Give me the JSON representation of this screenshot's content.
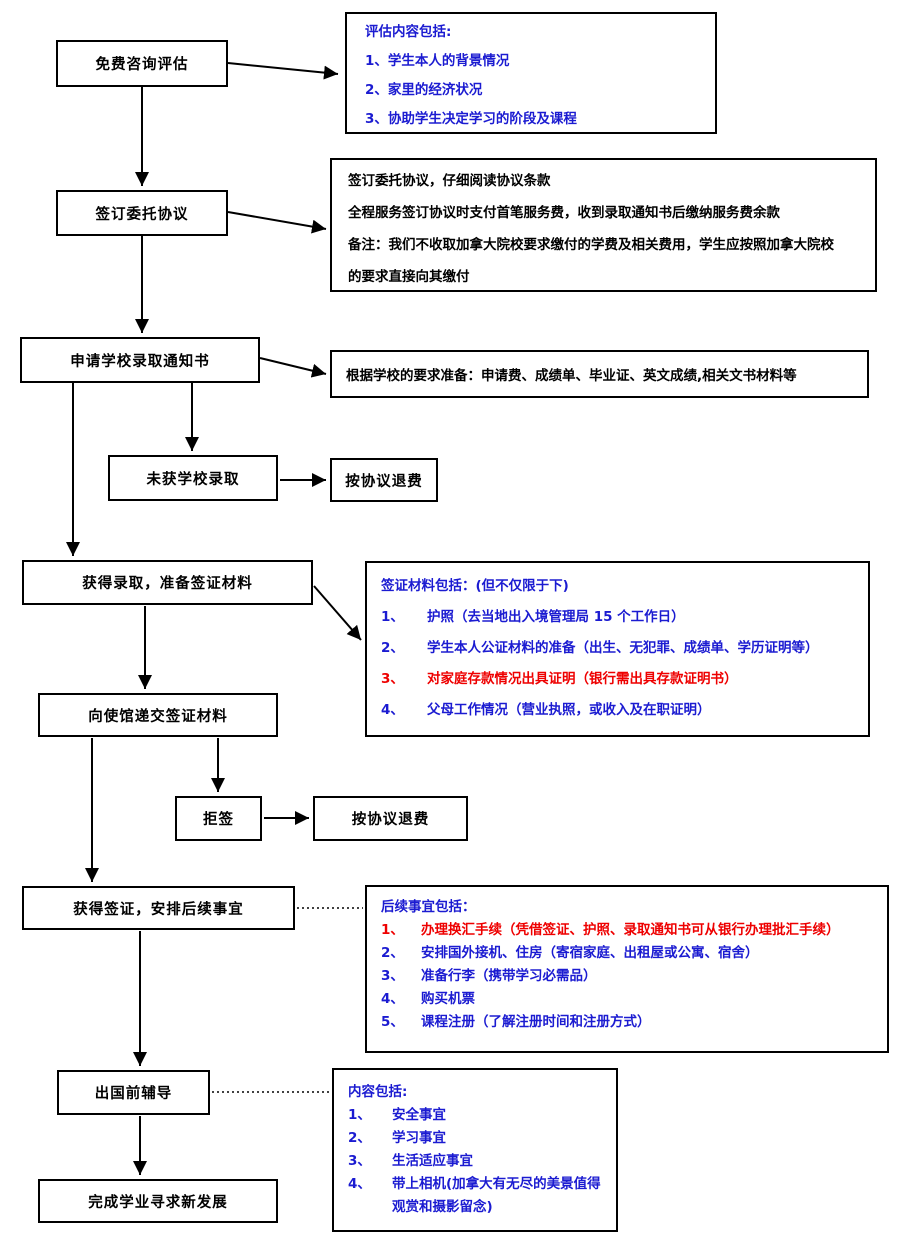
{
  "colors": {
    "blue": "#1b1bd1",
    "red": "#ee0000",
    "line": "#000000"
  },
  "flow_steps": {
    "free_consult": "免费咨询评估",
    "sign_agreement": "签订委托协议",
    "apply_admission": "申请学校录取通知书",
    "not_admitted": "未获学校录取",
    "refund_school": "按协议退费",
    "admitted_prepare": "获得录取，准备签证材料",
    "submit_visa": "向使馆递交签证材料",
    "visa_refused": "拒签",
    "refund_visa": "按协议退费",
    "visa_granted": "获得签证，安排后续事宜",
    "pre_departure": "出国前辅导",
    "complete_study": "完成学业寻求新发展"
  },
  "eval_box": {
    "title": "评估内容包括:",
    "items": [
      "1、学生本人的背景情况",
      "2、家里的经济状况",
      "3、协助学生决定学习的阶段及课程"
    ]
  },
  "agreement_box": {
    "lines": [
      "签订委托协议，仔细阅读协议条款",
      "全程服务签订协议时支付首笔服务费，收到录取通知书后缴纳服务费余款",
      "备注：我们不收取加拿大院校要求缴付的学费及相关费用，学生应按照加拿大院校",
      "的要求直接向其缴付"
    ]
  },
  "prepare_box": {
    "text": "根据学校的要求准备：申请费、成绩单、毕业证、英文成绩,相关文书材料等"
  },
  "visa_box": {
    "title": "签证材料包括：(但不仅限于下)",
    "items": [
      {
        "num": "1、",
        "text": "护照（去当地出入境管理局 15 个工作日）"
      },
      {
        "num": "2、",
        "text": "学生本人公证材料的准备（出生、无犯罪、成绩单、学历证明等）"
      },
      {
        "num": "3、",
        "text": "对家庭存款情况出具证明（银行需出具存款证明书）"
      },
      {
        "num": "4、",
        "text": "父母工作情况（营业执照，或收入及在职证明）"
      }
    ]
  },
  "followup_box": {
    "title": "后续事宜包括：",
    "items": [
      {
        "num": "1、",
        "text": "办理换汇手续（凭借签证、护照、录取通知书可从银行办理批汇手续）"
      },
      {
        "num": "2、",
        "text": "安排国外接机、住房（寄宿家庭、出租屋或公寓、宿舍）"
      },
      {
        "num": "3、",
        "text": "准备行李（携带学习必需品）"
      },
      {
        "num": "4、",
        "text": "购买机票"
      },
      {
        "num": "5、",
        "text": "课程注册（了解注册时间和注册方式）"
      }
    ]
  },
  "content_box": {
    "title": "内容包括:",
    "items": [
      {
        "num": "1、",
        "text": "安全事宜"
      },
      {
        "num": "2、",
        "text": "学习事宜"
      },
      {
        "num": "3、",
        "text": "生活适应事宜"
      },
      {
        "num": "4、",
        "text": "带上相机(加拿大有无尽的美景值得观赏和摄影留念)"
      }
    ]
  }
}
